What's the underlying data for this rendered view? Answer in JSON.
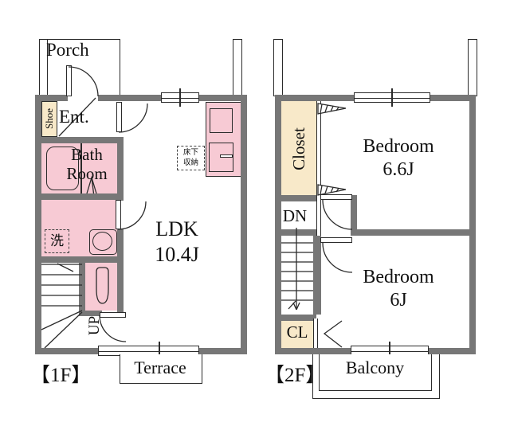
{
  "colors": {
    "wall": "#777777",
    "wet_area_pink": "#f7cad4",
    "storage_cream": "#f8e9c9",
    "line": "#2b2b2b",
    "background": "#ffffff"
  },
  "f1": {
    "floor_label": "【1F】",
    "porch": "Porch",
    "ent": "Ent.",
    "shoe": "Shoe",
    "bath1": "Bath",
    "bath2": "Room",
    "laundry": "洗",
    "underfloor1": "床下",
    "underfloor2": "収納",
    "ldk1": "LDK",
    "ldk2": "10.4J",
    "up": "UP",
    "terrace": "Terrace"
  },
  "f2": {
    "floor_label": "【2F】",
    "closet": "Closet",
    "bedroom1_1": "Bedroom",
    "bedroom1_2": "6.6J",
    "dn": "DN",
    "bedroom2_1": "Bedroom",
    "bedroom2_2": "6J",
    "cl": "CL",
    "balcony": "Balcony"
  }
}
